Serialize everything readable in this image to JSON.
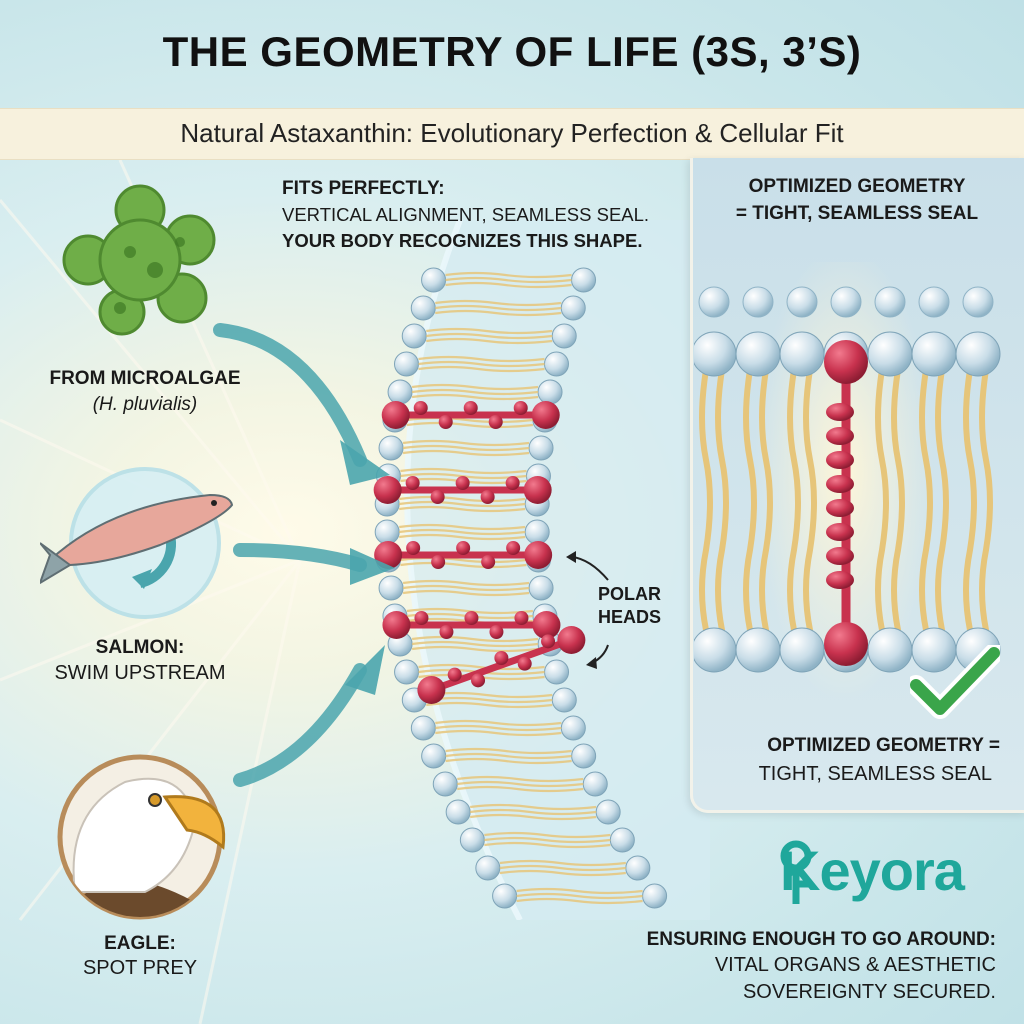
{
  "title": "THE GEOMETRY OF LIFE (3S, 3’S)",
  "subtitle": "Natural Astaxanthin: Evolutionary Perfection & Cellular Fit",
  "fit_callout": {
    "heading": "FITS PERFECTLY:",
    "line1": "VERTICAL ALIGNMENT, SEAMLESS SEAL.",
    "line2": "YOUR BODY RECOGNIZES THIS SHAPE."
  },
  "sources": [
    {
      "label": "FROM MICROALGAE",
      "detail": "(H. pluvialis)",
      "icon": "microalgae-icon"
    },
    {
      "label": "SALMON:",
      "detail": "SWIM UPSTREAM",
      "icon": "salmon-icon"
    },
    {
      "label": "EAGLE:",
      "detail": "SPOT PREY",
      "icon": "eagle-icon"
    }
  ],
  "polar_label": {
    "line1": "POLAR",
    "line2": "HEADS"
  },
  "panel": {
    "top_line1": "OPTIMIZED GEOMETRY",
    "top_line2": "= TIGHT, SEAMLESS SEAL",
    "bottom_line1": "OPTIMIZED GEOMETRY =",
    "bottom_line2": "TIGHT, SEAMLESS SEAL",
    "check_icon": "checkmark-icon"
  },
  "brand": {
    "name": "Keyora",
    "color": "#1fa79b"
  },
  "tagline": {
    "line1": "ENSURING ENOUGH TO GO AROUND:",
    "line2": "VITAL ORGANS & AESTHETIC",
    "line3": "SOVEREIGNTY SECURED."
  },
  "colors": {
    "molecule": "#c8324e",
    "lipid_head": "#c9dde8",
    "lipid_tail": "#e6c57a",
    "arrow": "#4aa5ad",
    "check": "#3aa54a"
  }
}
